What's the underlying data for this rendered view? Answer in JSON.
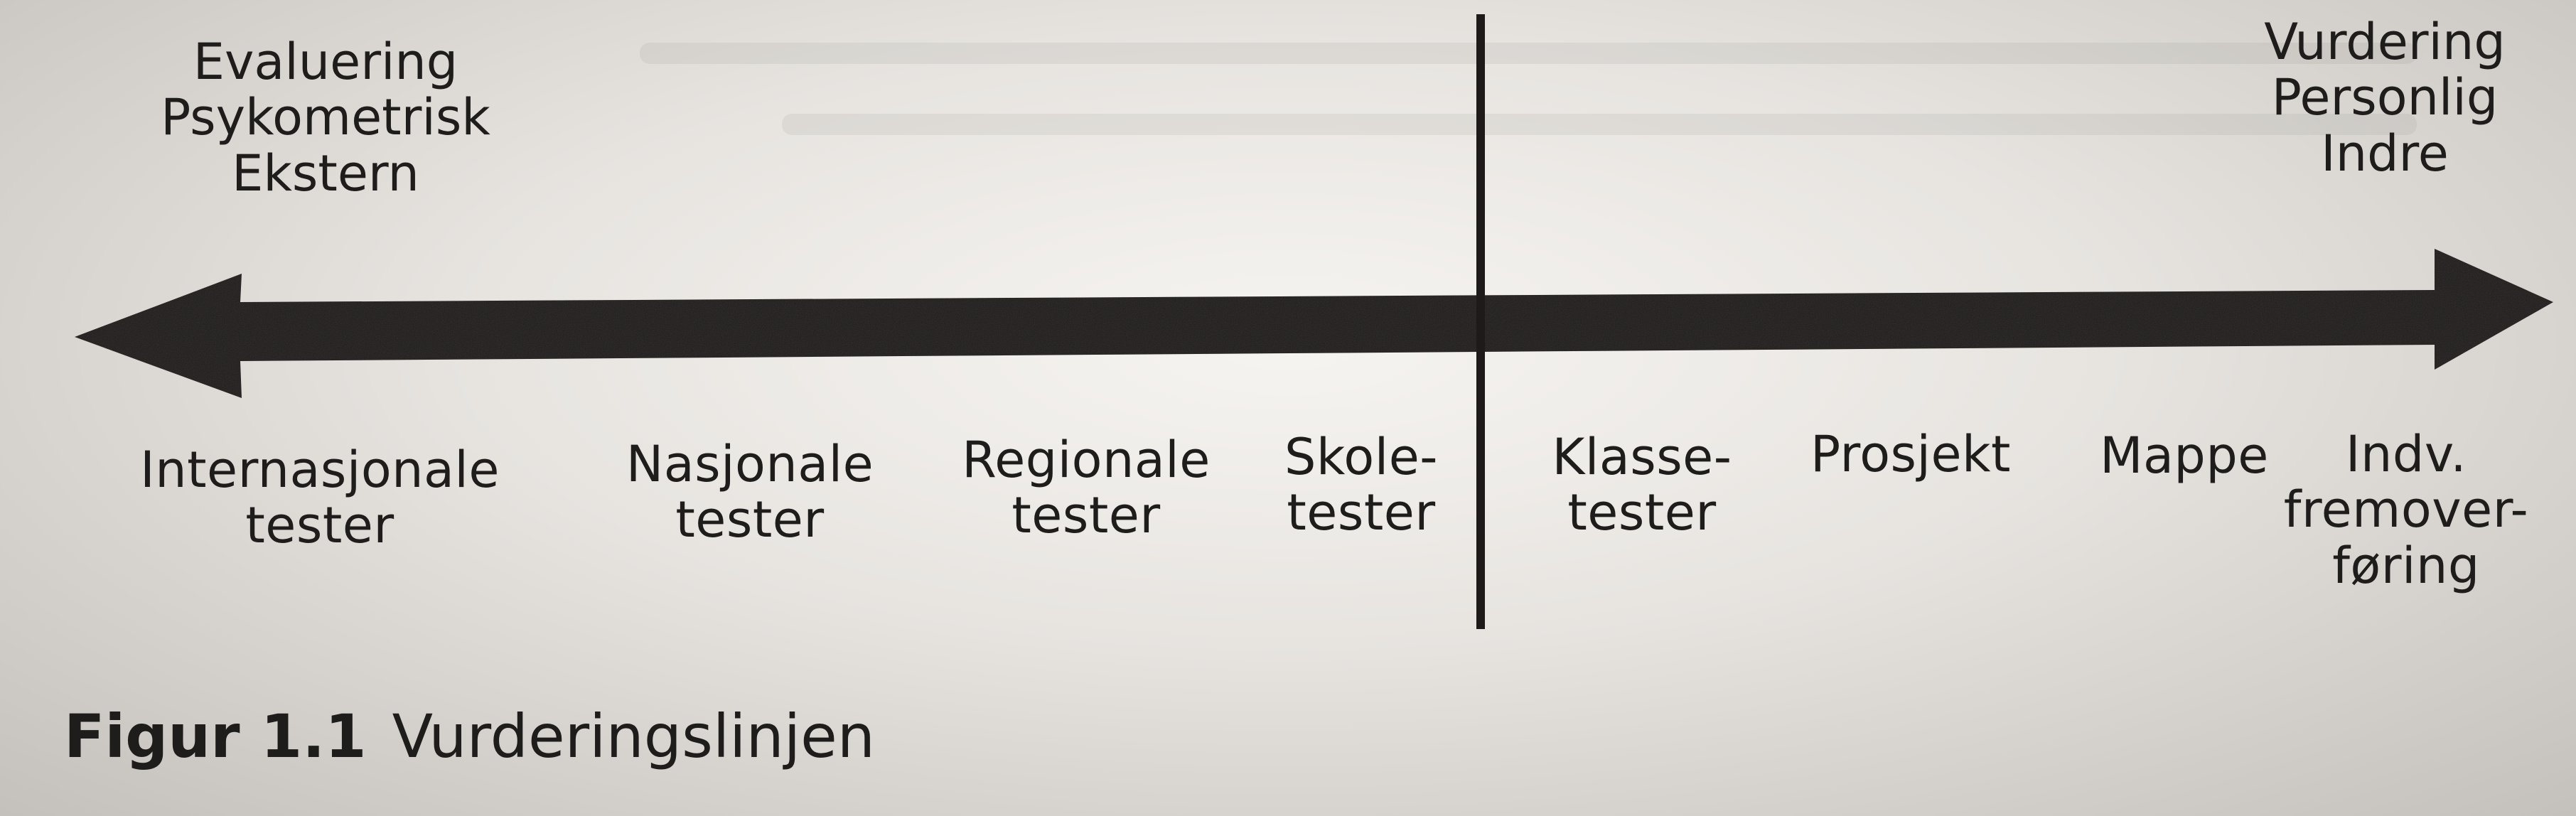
{
  "left_pole": [
    "Evaluering",
    "Psykometrisk",
    "Ekstern"
  ],
  "right_pole": [
    "Vurdering",
    "Personlig",
    "Indre"
  ],
  "scale_items": [
    {
      "lines": [
        "Internasjonale",
        "tester"
      ]
    },
    {
      "lines": [
        "Nasjonale",
        "tester"
      ]
    },
    {
      "lines": [
        "Regionale",
        "tester"
      ]
    },
    {
      "lines": [
        "Skole-",
        "tester"
      ]
    },
    {
      "lines": [
        "Klasse-",
        "tester"
      ]
    },
    {
      "lines": [
        "Prosjekt"
      ]
    },
    {
      "lines": [
        "Mappe"
      ]
    },
    {
      "lines": [
        "Indv.",
        "fremover-",
        "føring"
      ]
    }
  ],
  "caption": {
    "number": "Figur 1.1",
    "title": "Vurderingslinjen"
  },
  "colors": {
    "arrow": "#1d1a19",
    "text": "#1f1d1c"
  }
}
